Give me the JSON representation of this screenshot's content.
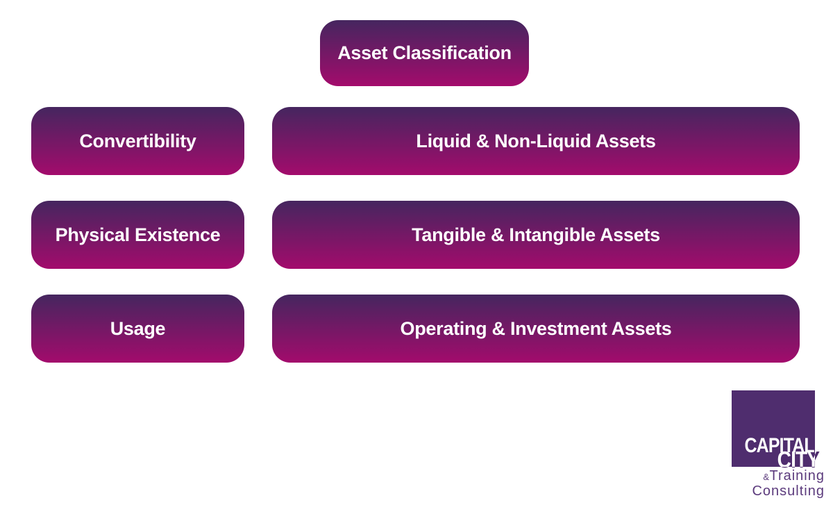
{
  "title": {
    "label": "Asset Classification"
  },
  "rows": [
    {
      "category": "Convertibility",
      "assets": "Liquid & Non-Liquid Assets"
    },
    {
      "category": "Physical Existence",
      "assets": "Tangible & Intangible Assets"
    },
    {
      "category": "Usage",
      "assets": "Operating & Investment Assets"
    }
  ],
  "logo": {
    "line1": "CAPITAL",
    "line2": "CITY",
    "amp": "&",
    "line3": "Training",
    "line4": "Consulting"
  },
  "colors": {
    "gradient_top": "#45265f",
    "gradient_bottom": "#a30b6c",
    "logo_purple": "#4f2d6e",
    "logo_text": "#5c3b7d",
    "page_bg": "#ffffff",
    "box_text": "#ffffff"
  }
}
